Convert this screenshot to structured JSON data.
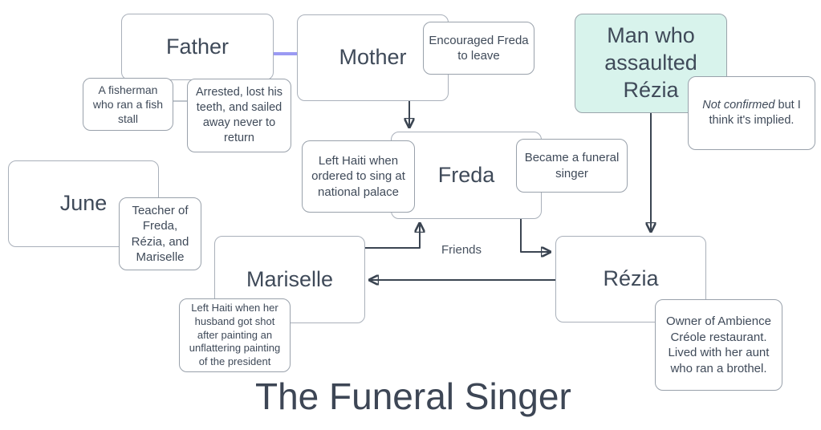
{
  "title": "The Funeral Singer",
  "nodes": {
    "father": {
      "label": "Father"
    },
    "mother": {
      "label": "Mother"
    },
    "man_who_assaulted": {
      "label": "Man who assaulted Rézia",
      "highlighted": true
    },
    "freda": {
      "label": "Freda"
    },
    "june": {
      "label": "June"
    },
    "mariselle": {
      "label": "Mariselle"
    },
    "rezia": {
      "label": "Rézia"
    }
  },
  "notes": {
    "father_fisherman": {
      "text": "A fisherman who ran a fish stall"
    },
    "father_arrested": {
      "text": "Arrested, lost his teeth, and sailed away never to return"
    },
    "mother_encouraged": {
      "text": "Encouraged Freda to leave"
    },
    "man_not_confirmed": {
      "italic": "Not confirmed",
      "rest": " but I think it's implied."
    },
    "freda_left_haiti": {
      "text": "Left Haiti when ordered to sing at national palace"
    },
    "freda_became": {
      "text": "Became a funeral singer"
    },
    "june_teacher": {
      "text": "Teacher of Freda, Rézia, and Mariselle"
    },
    "mariselle_left_haiti": {
      "text": "Left Haiti when her husband got shot after painting an unflattering painting of the president"
    },
    "rezia_owner": {
      "text": "Owner of Ambience Créole restaurant. Lived with her aunt who ran a brothel."
    }
  },
  "edge_labels": {
    "friends": "Friends"
  },
  "edges": [
    {
      "from": "father",
      "to": "mother",
      "style": "couple-link-purple",
      "arrow": false
    },
    {
      "from": "mother",
      "to": "freda",
      "arrow": true
    },
    {
      "from": "man_who_assaulted",
      "to": "rezia",
      "arrow": true
    },
    {
      "from": "freda",
      "to": "rezia",
      "arrow": true
    },
    {
      "from": "rezia",
      "to": "mariselle",
      "arrow": true
    },
    {
      "from": "mariselle",
      "to": "freda",
      "arrow": true,
      "label": "Friends"
    },
    {
      "from": "father_fisherman",
      "to": "father_arrested",
      "style": "thin-gray",
      "arrow": false
    }
  ],
  "colors": {
    "highlight_fill": "#d8f3ec",
    "node_border": "#a9b0ba",
    "edge": "#3b4552",
    "couple_edge": "#9b9af3",
    "text": "#3f4a59"
  }
}
